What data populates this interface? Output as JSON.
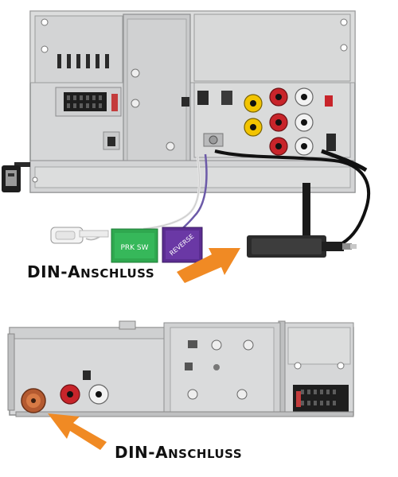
{
  "top_unit": {
    "label_prk": "PRK SW",
    "label_reverse": "REVERSE",
    "callout_prefix": "DIN-A",
    "callout_suffix": "NSCHLUSS"
  },
  "bottom_unit": {
    "callout_prefix": "DIN-A",
    "callout_suffix": "NSCHLUSS"
  },
  "colors": {
    "chassis": "#d9dadb",
    "chassis_dark": "#b9babb",
    "arrow": "#f08a24",
    "tag_green": "#2fa84f",
    "tag_purple": "#5b2d91",
    "rca_red": "#c8242a",
    "rca_yellow": "#f2c400",
    "rca_white": "#f2f2f2"
  }
}
